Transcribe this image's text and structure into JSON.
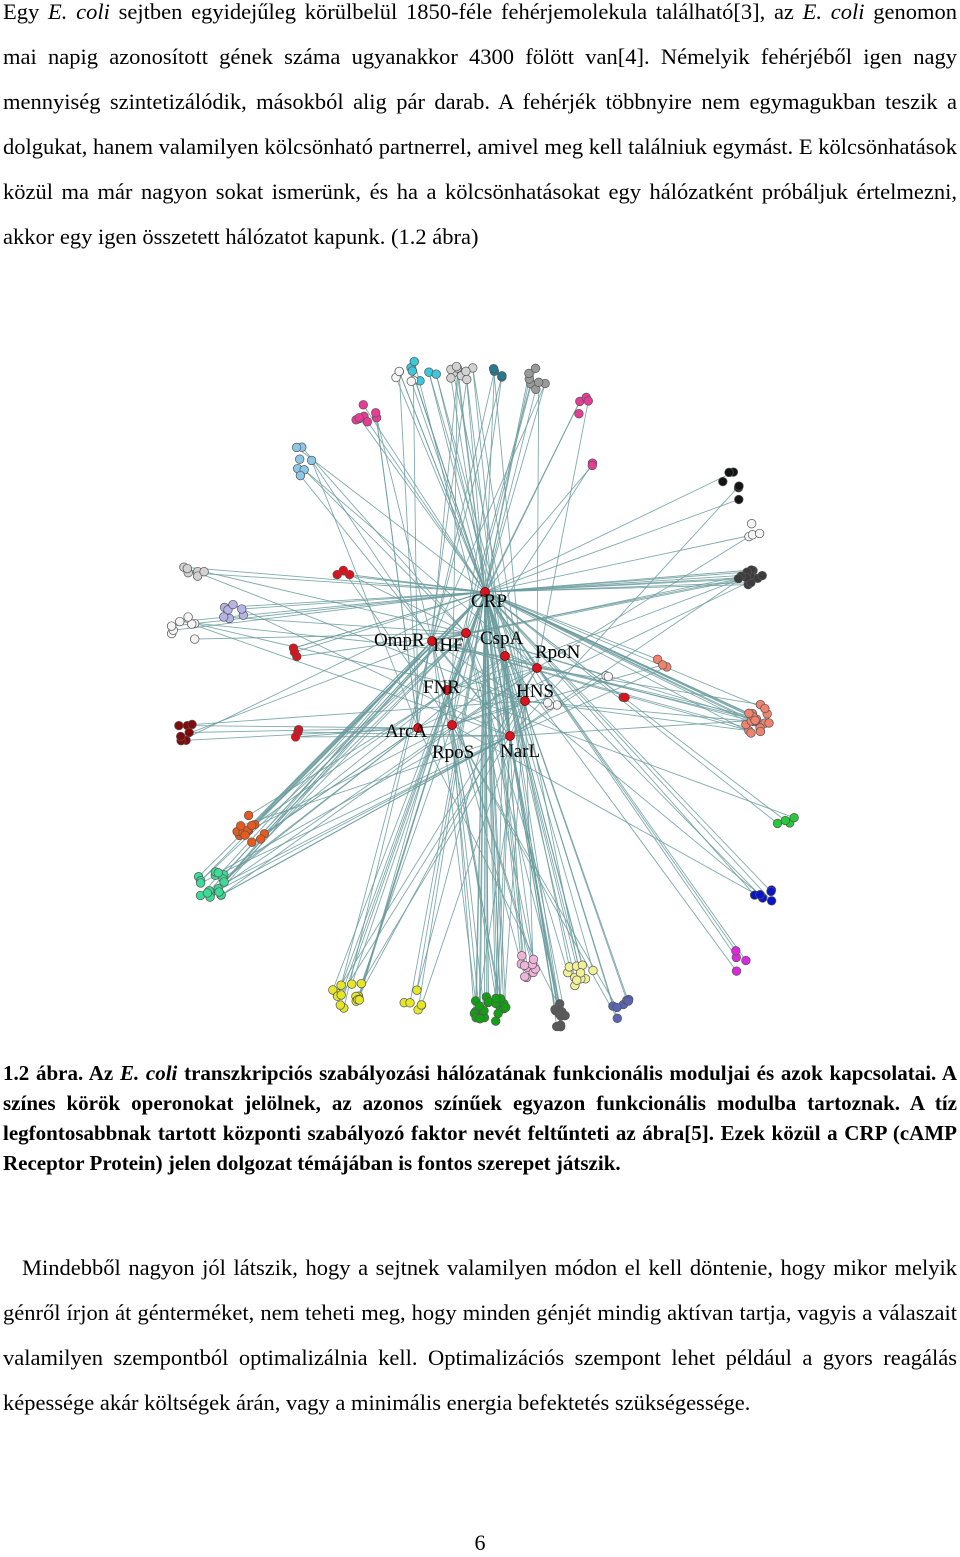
{
  "paragraph1": {
    "s1": "Egy ",
    "s2": "E. coli",
    "s3": " sejtben egyidejűleg körülbelül 1850-féle fehérjemolekula található[3], az ",
    "s4": "E. coli",
    "s5": " genomon mai napig azonosított gének száma ugyanakkor 4300 fölött van[4]. Némelyik fehérjéből igen nagy mennyiség szintetizálódik, másokból alig pár darab. A fehérjék többnyire nem egymagukban teszik a dolgukat, hanem valamilyen kölcsönható partnerrel, amivel meg kell találniuk egymást. E kölcsönhatások közül ma már nagyon sokat ismerünk, és ha a kölcsönhatásokat egy hálózatként próbáljuk értelmezni, akkor egy igen összetett hálózatot kapunk. (1.2 ábra)"
  },
  "figure": {
    "edge_color": "#6b9b9e",
    "hub_color": "#d9141e",
    "hubs": [
      {
        "id": "crp",
        "label": "CRP"
      },
      {
        "id": "ompr",
        "label": "OmpR"
      },
      {
        "id": "ihf",
        "label": "IHF"
      },
      {
        "id": "cspa",
        "label": "CspA"
      },
      {
        "id": "rpon",
        "label": "RpoN"
      },
      {
        "id": "fnr",
        "label": "FNR"
      },
      {
        "id": "hns",
        "label": "HNS"
      },
      {
        "id": "arca",
        "label": "ArcA"
      },
      {
        "id": "rpos",
        "label": "RpoS"
      },
      {
        "id": "narl",
        "label": "NarL"
      }
    ],
    "module_colors": {
      "cyan": "#3cc8dc",
      "silver": "#d2d2d2",
      "teal": "#287890",
      "gray": "#9a9a9a",
      "pink": "#e63c96",
      "lightblue": "#8cc8e6",
      "black": "#141414",
      "darkgray": "#3c3c3c",
      "lavender": "#b4b4e6",
      "red": "#d9141e",
      "darkred": "#820a0a",
      "orange": "#e65a1e",
      "mint": "#3cdc96",
      "salmon": "#f0826e",
      "green": "#28c83c",
      "blue": "#0a14c8",
      "magenta": "#dc28dc",
      "yellow": "#e6e628",
      "darkgreen": "#14a014",
      "steel": "#5a5a5a",
      "lightpink": "#f0b4dc",
      "paleyellow": "#f0f096",
      "slate": "#5a64b4",
      "white": "#f5f5f5"
    }
  },
  "caption": {
    "s1": "1.2 ábra. Az ",
    "s2": "E. coli",
    "s3": " transzkripciós szabályozási hálózatának funkcionális moduljai és azok kapcsolatai. A színes körök operonokat jelölnek, az azonos színűek egyazon funkcionális modulba tartoznak. A tíz legfontosabbnak tartott központi szabályozó faktor nevét feltűnteti az ábra[5]. Ezek közül a CRP (cAMP Receptor Protein) jelen dolgozat témájában is fontos szerepet játszik."
  },
  "paragraph2": "Mindebből nagyon jól látszik, hogy a sejtnek valamilyen módon el kell döntenie, hogy mikor melyik génről írjon át génterméket, nem teheti meg, hogy minden génjét mindig aktívan tartja, vagyis a válaszait valamilyen szempontból optimalizálnia kell. Optimalizációs szempont lehet például a gyors reagálás képessége akár költségek árán, vagy a minimális energia befektetés szükségessége.",
  "page_number": "6"
}
